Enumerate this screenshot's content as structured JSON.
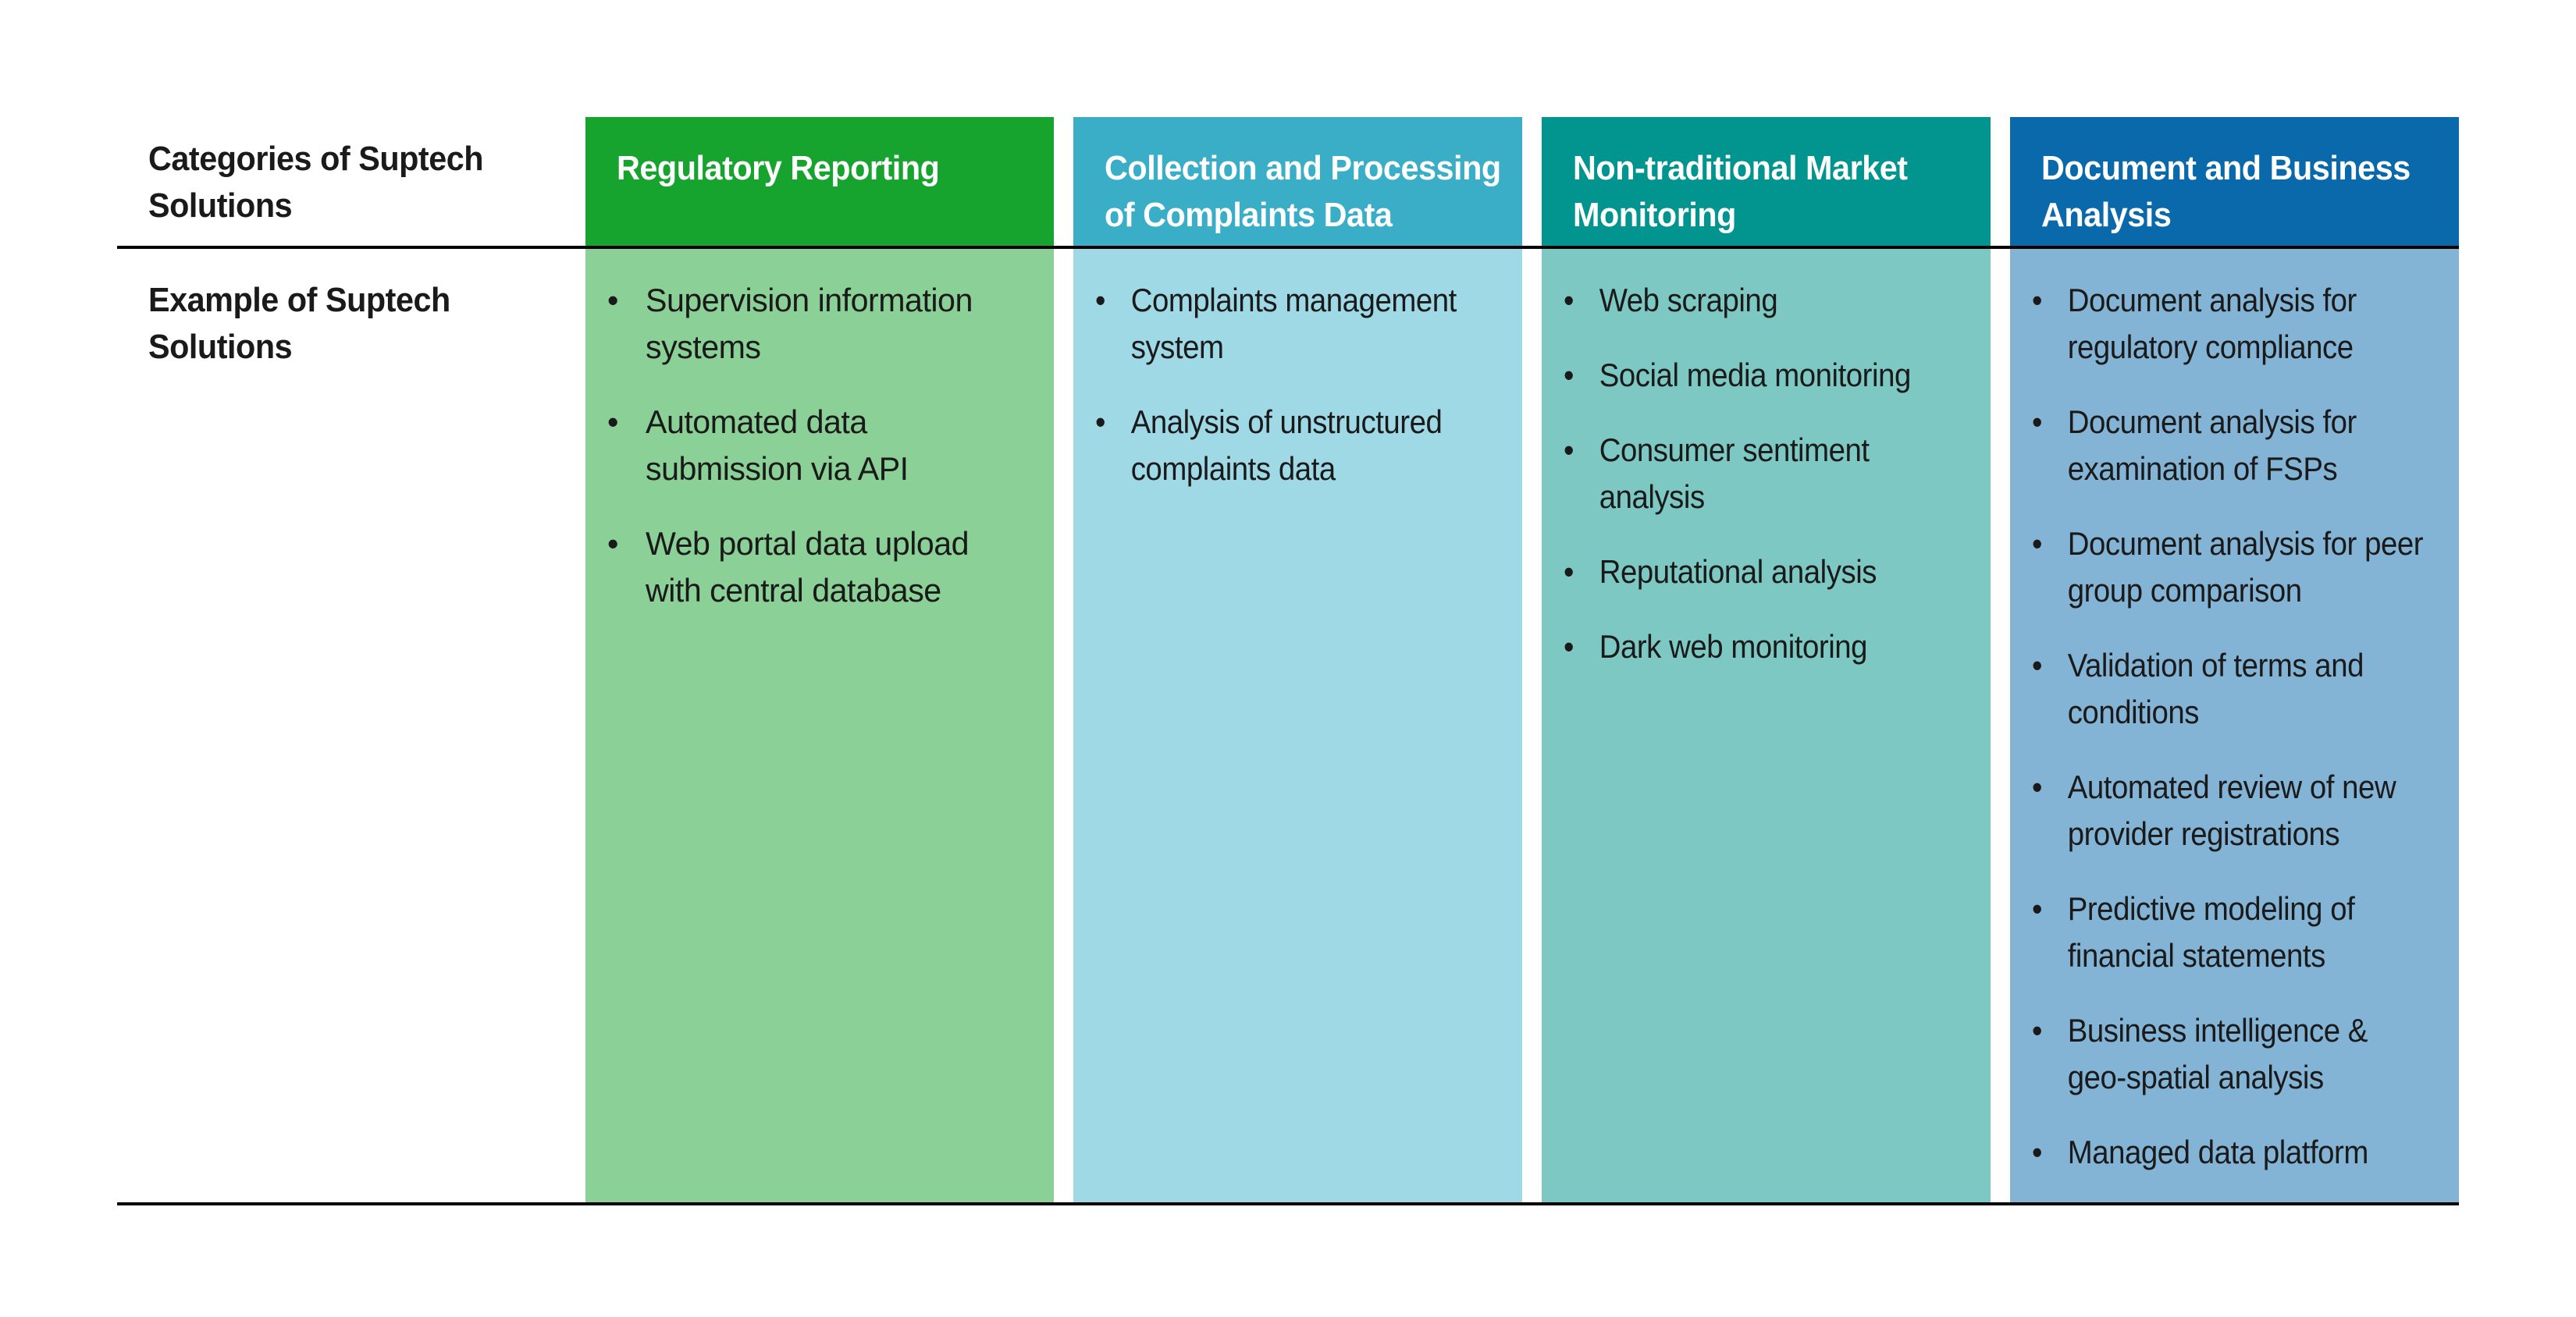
{
  "figure": {
    "corner_label_lines": [
      "Categories of Suptech",
      "Solutions"
    ],
    "example_label_lines": [
      "Example of Suptech",
      "Solutions"
    ],
    "divider_color": "#000000",
    "body_text_color": "#1a1a1a",
    "header_text_color": "#FFFFFF",
    "columns": [
      {
        "title": "Regulatory Reporting",
        "title_lines": [
          "Regulatory Reporting"
        ],
        "header_color": "#17A42E",
        "body_color": "#8BD096",
        "items": [
          "Supervision information systems",
          "Automated data submission via API",
          "Web portal data upload with central database"
        ]
      },
      {
        "title": "Collection and Processing of Complaints Data",
        "title_lines": [
          "Collection and Processing",
          "of Complaints Data"
        ],
        "header_color": "#39AEC6",
        "body_color": "#9ED9E5",
        "items": [
          "Complaints management system",
          "Analysis of unstructured complaints data"
        ]
      },
      {
        "title": "Non-traditional Market Monitoring",
        "title_lines": [
          "Non-traditional Market",
          "Monitoring"
        ],
        "header_color": "#02948E",
        "body_color": "#7DC8C3",
        "items": [
          "Web scraping",
          "Social media monitoring",
          "Consumer sentiment analysis",
          "Reputational analysis",
          "Dark web monitoring"
        ]
      },
      {
        "title": "Document and Business Analysis",
        "title_lines": [
          "Document and Business",
          "Analysis"
        ],
        "header_color": "#0A69AB",
        "body_color": "#84B4D5",
        "items": [
          "Document analysis for regulatory compliance",
          "Document analysis for examination of FSPs",
          "Document analysis for peer group comparison",
          "Validation of terms and conditions",
          "Automated review of new provider registrations",
          "Predictive modeling of financial statements",
          "Business intelligence & geo-spatial analysis",
          "Managed data platform"
        ]
      }
    ]
  }
}
